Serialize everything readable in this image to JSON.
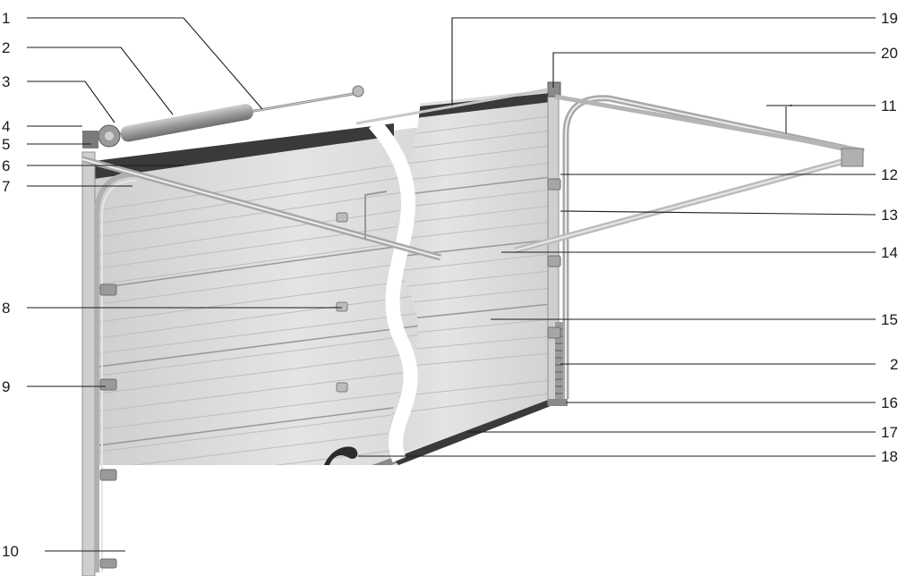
{
  "diagram": {
    "callouts_left": [
      {
        "id": "c-left-1",
        "label": "1"
      },
      {
        "id": "c-left-2",
        "label": "2"
      },
      {
        "id": "c-left-3",
        "label": "3"
      },
      {
        "id": "c-left-4",
        "label": "4"
      },
      {
        "id": "c-left-5",
        "label": "5"
      },
      {
        "id": "c-left-6",
        "label": "6"
      },
      {
        "id": "c-left-7",
        "label": "7"
      },
      {
        "id": "c-left-8",
        "label": "8"
      },
      {
        "id": "c-left-9",
        "label": "9"
      },
      {
        "id": "c-left-10",
        "label": "10"
      }
    ],
    "callouts_right": [
      {
        "id": "c-right-19",
        "label": "19"
      },
      {
        "id": "c-right-20",
        "label": "20"
      },
      {
        "id": "c-right-11",
        "label": "11"
      },
      {
        "id": "c-right-12",
        "label": "12"
      },
      {
        "id": "c-right-13",
        "label": "13"
      },
      {
        "id": "c-right-14",
        "label": "14"
      },
      {
        "id": "c-right-15",
        "label": "15"
      },
      {
        "id": "c-right-2",
        "label": "2"
      },
      {
        "id": "c-right-16",
        "label": "16"
      },
      {
        "id": "c-right-17",
        "label": "17"
      },
      {
        "id": "c-right-18",
        "label": "18"
      }
    ],
    "colors": {
      "panel": "#dcdcdc",
      "panel_dark": "#bdbdbd",
      "frame": "#c8c8c8",
      "seal": "#3a3a3a",
      "line": "#1a1a1a",
      "handle": "#2b2b2b"
    }
  }
}
